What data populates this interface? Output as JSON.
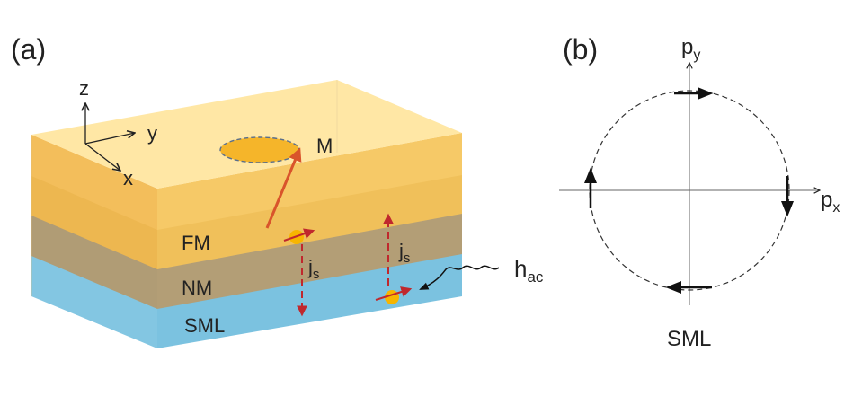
{
  "panel_a": {
    "label": "(a)",
    "axes": {
      "z": "z",
      "y": "y",
      "x": "x"
    },
    "magnetization_label": "M",
    "layers": [
      {
        "name": "FM",
        "color": "#F2B736"
      },
      {
        "name": "NM",
        "color": "#C19A5B"
      },
      {
        "name": "SML",
        "color": "#7EC2DE"
      }
    ],
    "spin_current": {
      "main": "j",
      "sub": "s"
    },
    "ac_field": {
      "main": "h",
      "sub": "ac"
    }
  },
  "panel_b": {
    "label": "(b)",
    "axis_y": {
      "main": "p",
      "sub": "y"
    },
    "axis_x": {
      "main": "p",
      "sub": "x"
    },
    "caption": "SML"
  },
  "colors": {
    "fm_top": "#FFE9A0",
    "fm_front": "#F5BE4E",
    "nm": "#B99C6E",
    "sml": "#7CC3E0",
    "magnet_arrow": "#D9542B",
    "spin_arrow": "#C0282D",
    "spin_dot": "#F7B500"
  },
  "icons": [
    "wavy-field-arrow-icon",
    "spin-arrow-icon",
    "magnetization-arrow-icon"
  ]
}
